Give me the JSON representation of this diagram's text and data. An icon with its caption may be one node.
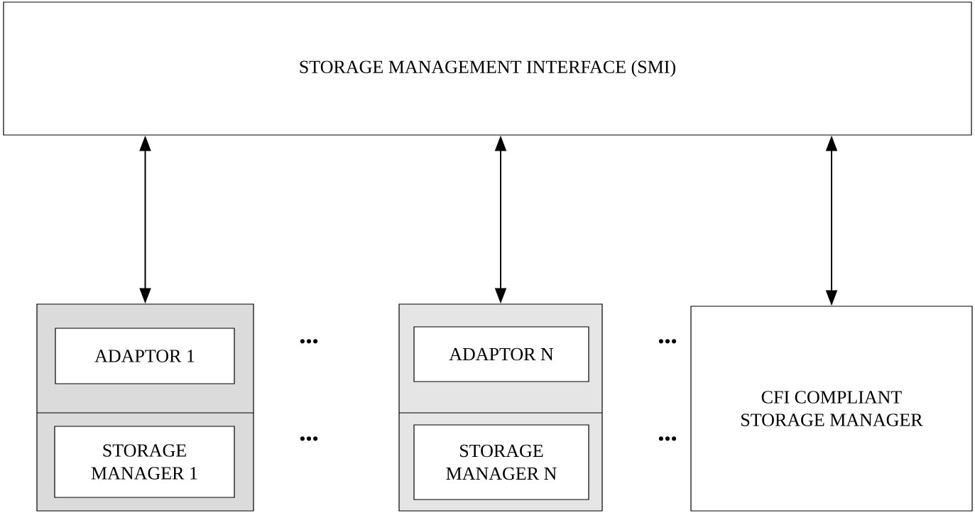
{
  "diagram": {
    "nodes": [
      {
        "text": [
          "STORAGE MANAGEMENT INTERFACE (SMI)"
        ]
      },
      {
        "text": [],
        "shape": "box"
      },
      {
        "text": [
          "ADAPTOR 1"
        ],
        "in": 1
      },
      {
        "text": [
          "STORAGE MANAGER 1"
        ],
        "in": 1
      },
      {
        "text": [],
        "shape": "box"
      },
      {
        "text": [
          "ADAPTOR N"
        ],
        "in": 4
      },
      {
        "text": [
          "STORAGE MANAGER N"
        ],
        "in": 4
      },
      {
        "text": [
          "CFI COMPLIANT STORAGE MANAGER"
        ]
      }
    ],
    "edges": [
      {
        "from": 0,
        "to": 1,
        "arrow": "both"
      },
      {
        "from": 0,
        "to": 4,
        "arrow": "both"
      },
      {
        "from": 0,
        "to": 7,
        "arrow": "both"
      }
    ],
    "labels": [
      "•••",
      "•••",
      "•••",
      "•••"
    ]
  }
}
